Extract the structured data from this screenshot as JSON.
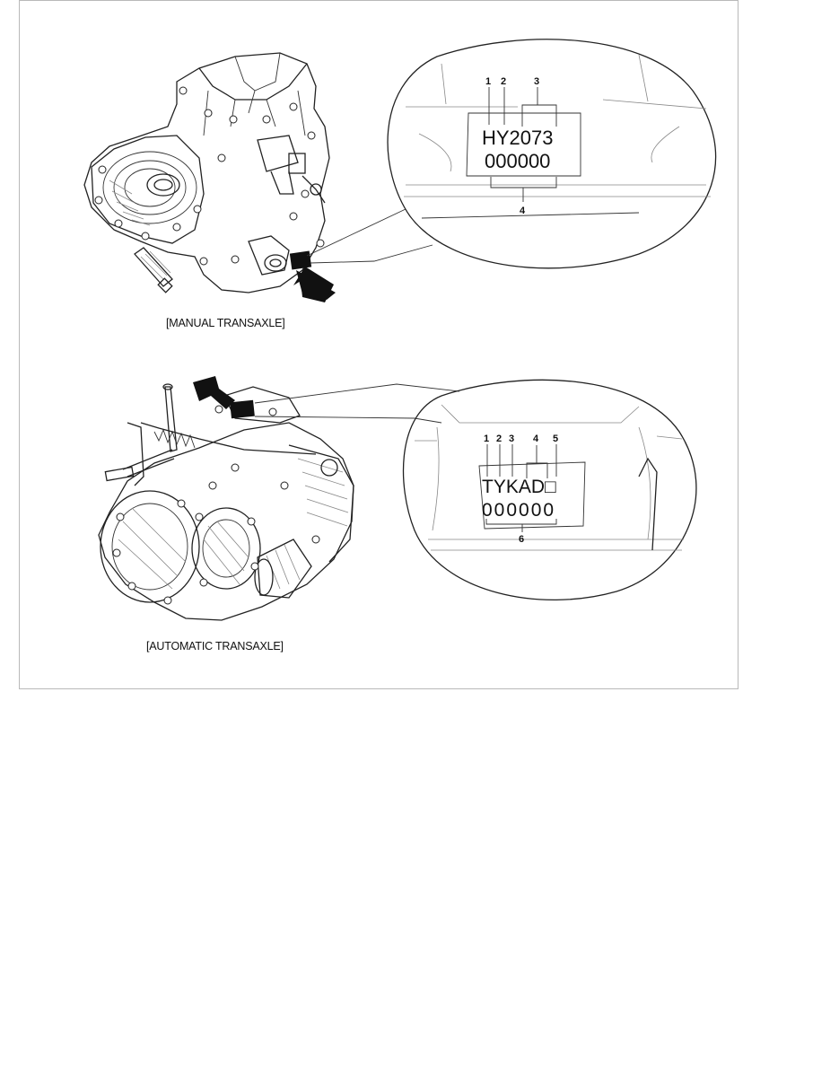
{
  "captions": {
    "manual": "[MANUAL TRANSAXLE]",
    "automatic": "[AUTOMATIC TRANSAXLE]"
  },
  "manual_plate": {
    "code_line1": "HY2073",
    "code_line2": "000000",
    "callouts": [
      "1",
      "2",
      "3",
      "4"
    ]
  },
  "automatic_plate": {
    "code_line1": "TYKAD□",
    "code_line2": "000000",
    "callouts": [
      "1",
      "2",
      "3",
      "4",
      "5",
      "6"
    ]
  }
}
